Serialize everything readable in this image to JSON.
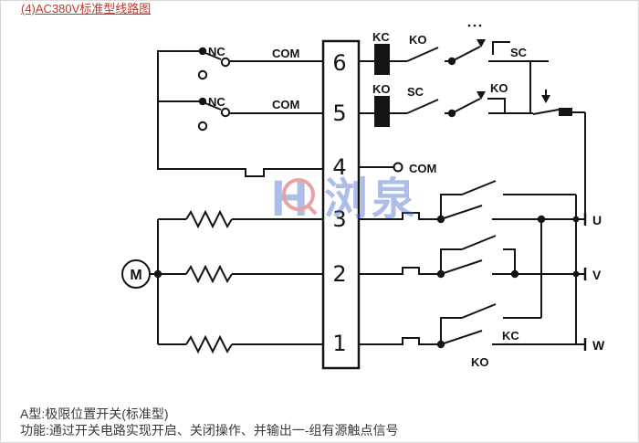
{
  "title": {
    "text": "(4)AC380V标准型线路图"
  },
  "captions": {
    "line1": "A型:极限位置开关(标准型)",
    "line2": "功能:通过开关电路实现开启、关闭操作、并输出一-组有源触点信号"
  },
  "terminals": {
    "t6": "6",
    "t5": "5",
    "t4": "4",
    "t3": "3",
    "t2": "2",
    "t1": "1"
  },
  "labels": {
    "nc_row6": "NC",
    "com_row6": "COM",
    "nc_row5": "NC",
    "com_row5": "COM",
    "kc_rect_row6": "KC",
    "ko_switch_row6": "KO",
    "sc_bracket_row6": "SC",
    "ko_rect_row5": "KO",
    "sc_switch_row5": "SC",
    "ko_bracket_row5": "KO",
    "com_row4": "COM",
    "kc_switch_row1": "KC",
    "ko_switch_row1": "KO",
    "phase_u": "U",
    "phase_v": "V",
    "phase_w": "W",
    "motor": "M"
  },
  "watermark": {
    "letter": "H",
    "text": "浏泉"
  },
  "colors": {
    "title": "#bf3a2e",
    "line": "#141414",
    "caption": "#3a3a3a",
    "watermark_blue": "#4a6fd0",
    "watermark_red": "#cc3333",
    "border": "#d8d8d8"
  }
}
